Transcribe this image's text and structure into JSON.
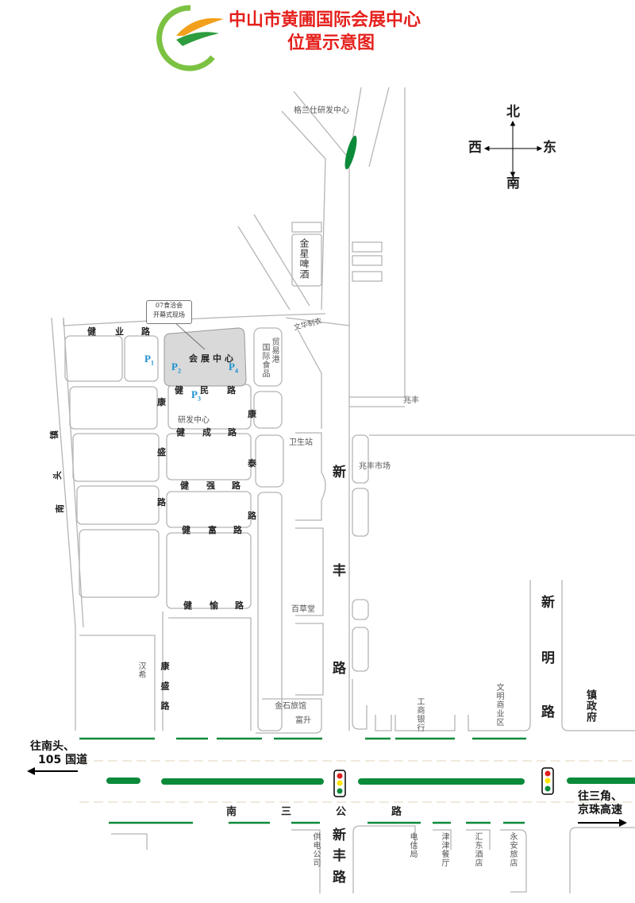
{
  "header": {
    "title_line1": "中山市黄圃国际会展中心",
    "title_line2": "位置示意图",
    "title_color": "#e5211d",
    "logo_icon": "leaf-swoosh-logo"
  },
  "compass": {
    "north": "北",
    "south": "南",
    "west": "西",
    "east": "东"
  },
  "landmarks": {
    "galanz": "格兰仕研发中心",
    "jinxing_beer": "金星啤酒",
    "callout": [
      "07食洽会",
      "开幕式现场"
    ],
    "expo_center": "会展中心",
    "food_trade_port_a": "国际食品",
    "food_trade_port_b": "贸易港",
    "wenhua": "文华制衣",
    "rd_center": "研发中心",
    "health_station": "卫生站",
    "zhaofeng": "兆丰",
    "zhaofeng_market": "兆丰市场",
    "baicaotang": "百草堂",
    "hanxi": "汉希",
    "jinshi_hotel": "金石旅馆",
    "fusheng": "富升",
    "icbc": "工商银行",
    "wenming": "文明商业区",
    "town_gov": "镇政府",
    "power_co": "供电公司",
    "telecom": "电信局",
    "jinjin": "津津餐厅",
    "huidong": "汇东酒店",
    "yongan": "永安旅店"
  },
  "parking": [
    {
      "label": "P",
      "num": "1"
    },
    {
      "label": "P",
      "num": "2"
    },
    {
      "label": "P",
      "num": "3"
    },
    {
      "label": "P",
      "num": "4"
    }
  ],
  "roads": {
    "jianye": [
      "健",
      "业",
      "路"
    ],
    "jianmin": [
      "健",
      "民",
      "路"
    ],
    "jiancheng": [
      "健",
      "成",
      "路"
    ],
    "jianqiang": [
      "健",
      "强",
      "路"
    ],
    "jianfu": [
      "健",
      "富",
      "路"
    ],
    "jianyu": [
      "健",
      "愉",
      "路"
    ],
    "kangsheng_upper": [
      "康",
      "盛",
      "路"
    ],
    "kangtai": [
      "康",
      "泰",
      "路"
    ],
    "kangsheng_lower": "康盛路",
    "nantou_town": [
      "镇",
      "头",
      "南"
    ],
    "xinfeng_upper": [
      "新",
      "丰",
      "路"
    ],
    "xinfeng_lower": [
      "新",
      "丰",
      "路"
    ],
    "xinming": [
      "新",
      "明",
      "路"
    ],
    "nansan": [
      "南",
      "三",
      "公",
      "路"
    ]
  },
  "directions": {
    "west_line1": "往南头、",
    "west_line2": "105 国道",
    "east_line1": "往三角、",
    "east_line2": "京珠高速"
  },
  "colors": {
    "green": "#0b8a3a",
    "road_line": "#b5b5b5",
    "expo_fill": "#d9d9d9",
    "parking": "#1b8fd0"
  }
}
